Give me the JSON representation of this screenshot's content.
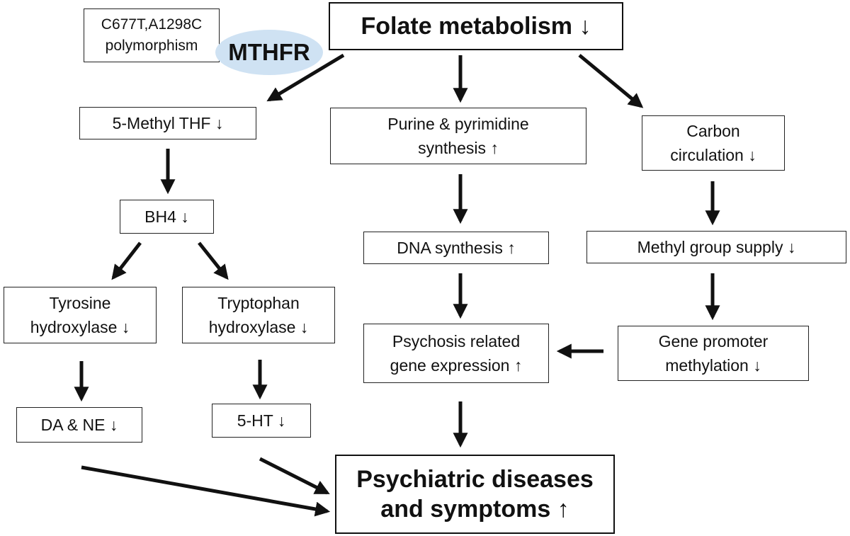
{
  "colors": {
    "ellipse_fill": "#cfe2f3",
    "stroke": "#111111",
    "background": "#ffffff"
  },
  "nodes": {
    "polymorphism": "C677T,A1298C\npolymorphism",
    "mthfr": "MTHFR",
    "folate": "Folate metabolism ↓",
    "methyl_thf": "5-Methyl THF ↓",
    "purine": "Purine & pyrimidine\nsynthesis ↑",
    "carbon": "Carbon\ncirculation ↓",
    "bh4": "BH4 ↓",
    "dna": "DNA synthesis ↑",
    "methyl_supply": "Methyl group supply ↓",
    "tyrosine": "Tyrosine\nhydroxylase ↓",
    "tryptophan": "Tryptophan\nhydroxylase ↓",
    "psychosis": "Psychosis related\ngene expression ↑",
    "promoter": "Gene promoter\nmethylation ↓",
    "da_ne": "DA & NE ↓",
    "ht": "5-HT ↓",
    "psychiatric": "Psychiatric diseases\nand symptoms ↑"
  },
  "edges": [
    [
      "folate",
      "methyl_thf"
    ],
    [
      "folate",
      "purine"
    ],
    [
      "folate",
      "carbon"
    ],
    [
      "methyl_thf",
      "bh4"
    ],
    [
      "bh4",
      "tyrosine"
    ],
    [
      "bh4",
      "tryptophan"
    ],
    [
      "tyrosine",
      "da_ne"
    ],
    [
      "tryptophan",
      "ht"
    ],
    [
      "purine",
      "dna"
    ],
    [
      "dna",
      "psychosis"
    ],
    [
      "carbon",
      "methyl_supply"
    ],
    [
      "methyl_supply",
      "promoter"
    ],
    [
      "promoter",
      "psychosis"
    ],
    [
      "psychosis",
      "psychiatric"
    ],
    [
      "da_ne",
      "psychiatric"
    ],
    [
      "ht",
      "psychiatric"
    ]
  ]
}
